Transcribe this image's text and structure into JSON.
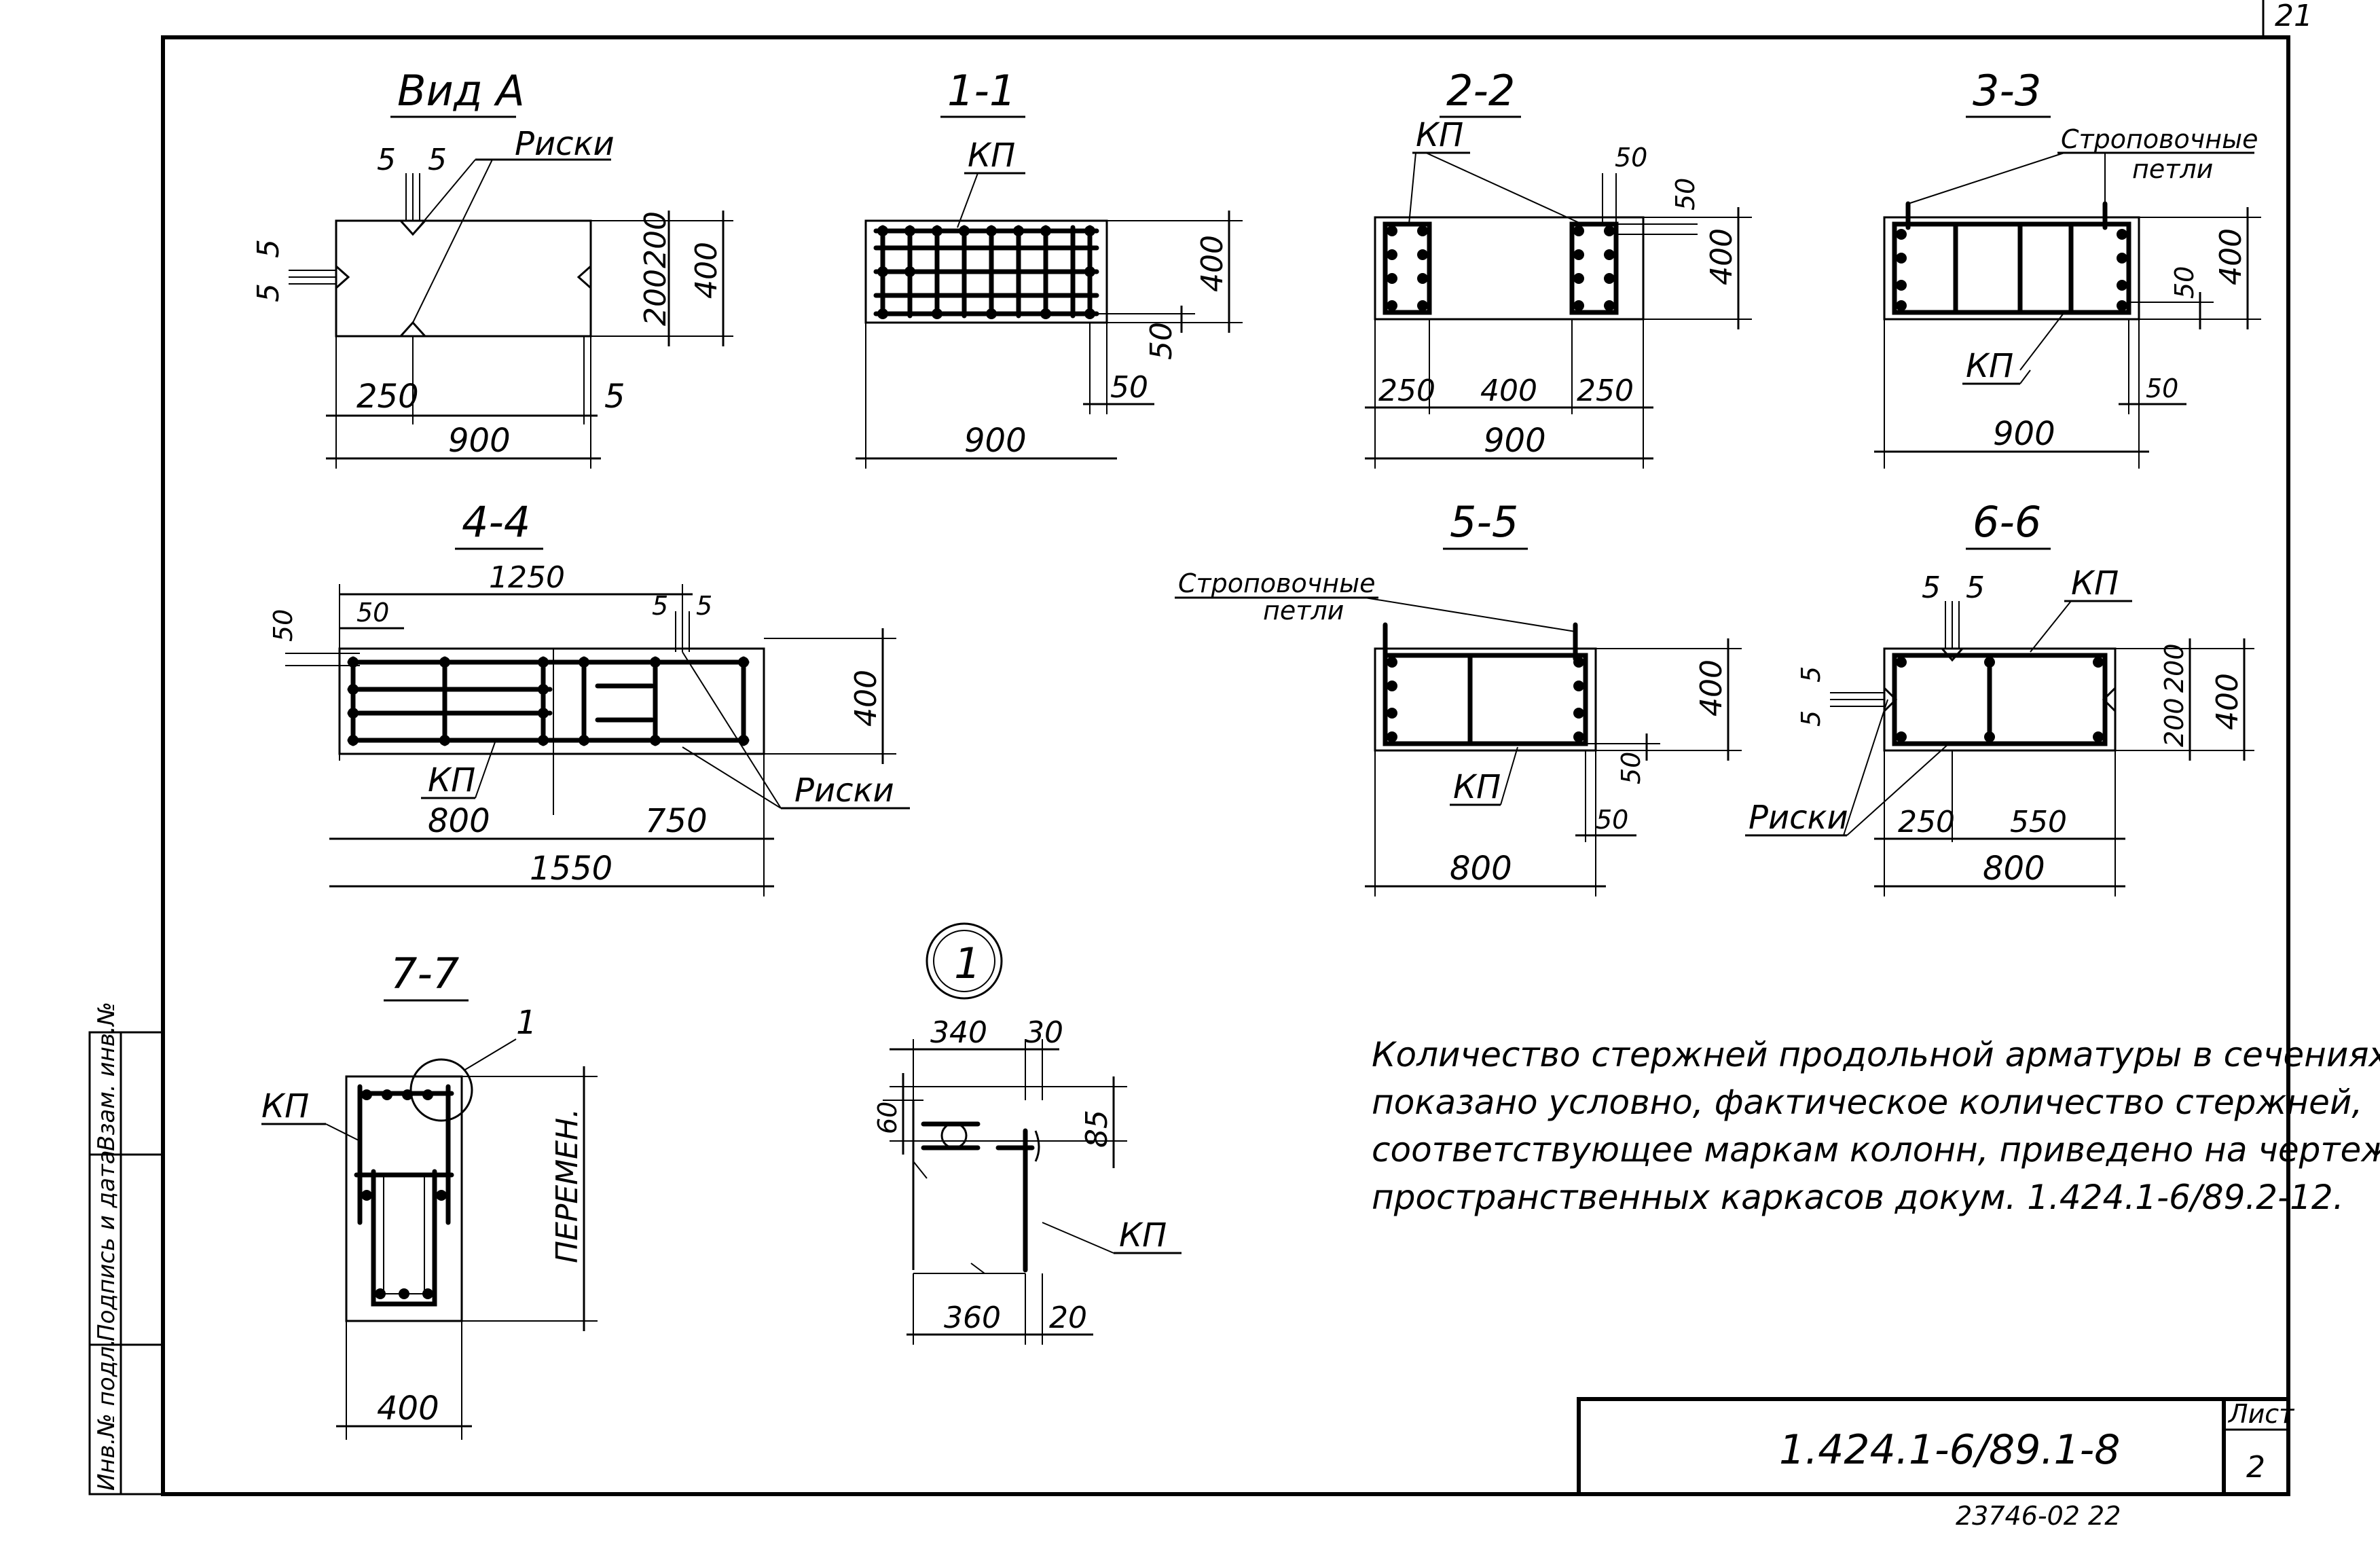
{
  "sheet_corner_number": "21",
  "views": {
    "vid_a": {
      "title": "Вид А",
      "label_riski": "Риски",
      "d_5a": "5",
      "d_5b": "5",
      "d_5c": "5",
      "d_5d": "5",
      "d_200a": "200",
      "d_200b": "200",
      "d_400": "400",
      "d_250": "250",
      "d_5e": "5",
      "d_900": "900"
    },
    "s11": {
      "title": "1-1",
      "label_kp": "КП",
      "d_400": "400",
      "d_50a": "50",
      "d_50b": "50",
      "d_900": "900"
    },
    "s22": {
      "title": "2-2",
      "label_kp": "КП",
      "d_50a": "50",
      "d_50b": "50",
      "d_400v": "400",
      "d_250a": "250",
      "d_400": "400",
      "d_250b": "250",
      "d_900": "900"
    },
    "s33": {
      "title": "3-3",
      "label_loops_1": "Строповочные",
      "label_loops_2": "петли",
      "label_kp": "КП",
      "d_400": "400",
      "d_50a": "50",
      "d_50b": "50",
      "d_900": "900"
    },
    "s44": {
      "title": "4-4",
      "d_1250": "1250",
      "d_50a": "50",
      "d_50b": "50",
      "d_5a": "5",
      "d_5b": "5",
      "d_400": "400",
      "label_kp": "КП",
      "label_riski": "Риски",
      "d_800": "800",
      "d_750": "750",
      "d_1550": "1550"
    },
    "s55": {
      "title": "5-5",
      "label_loops_1": "Строповочные",
      "label_loops_2": "петли",
      "d_400": "400",
      "d_50a": "50",
      "d_50b": "50",
      "label_kp": "КП",
      "d_800": "800"
    },
    "s66": {
      "title": "6-6",
      "d_5a": "5",
      "d_5b": "5",
      "label_kp": "КП",
      "d_5c": "5",
      "d_5d": "5",
      "d_200a": "200",
      "d_200b": "200",
      "d_400": "400",
      "label_riski": "Риски",
      "d_250": "250",
      "d_550": "550",
      "d_800": "800"
    },
    "s77": {
      "title": "7-7",
      "label_kp": "КП",
      "callout": "1",
      "d_var": "ПЕРЕМЕН.",
      "d_400": "400"
    },
    "node1": {
      "marker": "1",
      "d_340": "340",
      "d_30": "30",
      "d_60": "60",
      "d_85": "85",
      "label_kp": "КП",
      "d_360": "360",
      "d_20": "20"
    }
  },
  "note_lines": [
    "Количество стержней продольной арматуры в сечениях",
    "показано условно, фактическое количество стержней,",
    "соответствующее маркам колонн, приведено на чертеже",
    "пространственных каркасов докум. 1.424.1-6/89.2-12."
  ],
  "side_stamp": {
    "cell1": "Инв.№ подл.",
    "cell2": "Подпись и дата",
    "cell3": "Взам. инв.№"
  },
  "title_block": {
    "designation": "1.424.1-6/89.1-8",
    "sheet_label": "Лист",
    "sheet_number": "2"
  },
  "archive_number": "23746-02   22"
}
